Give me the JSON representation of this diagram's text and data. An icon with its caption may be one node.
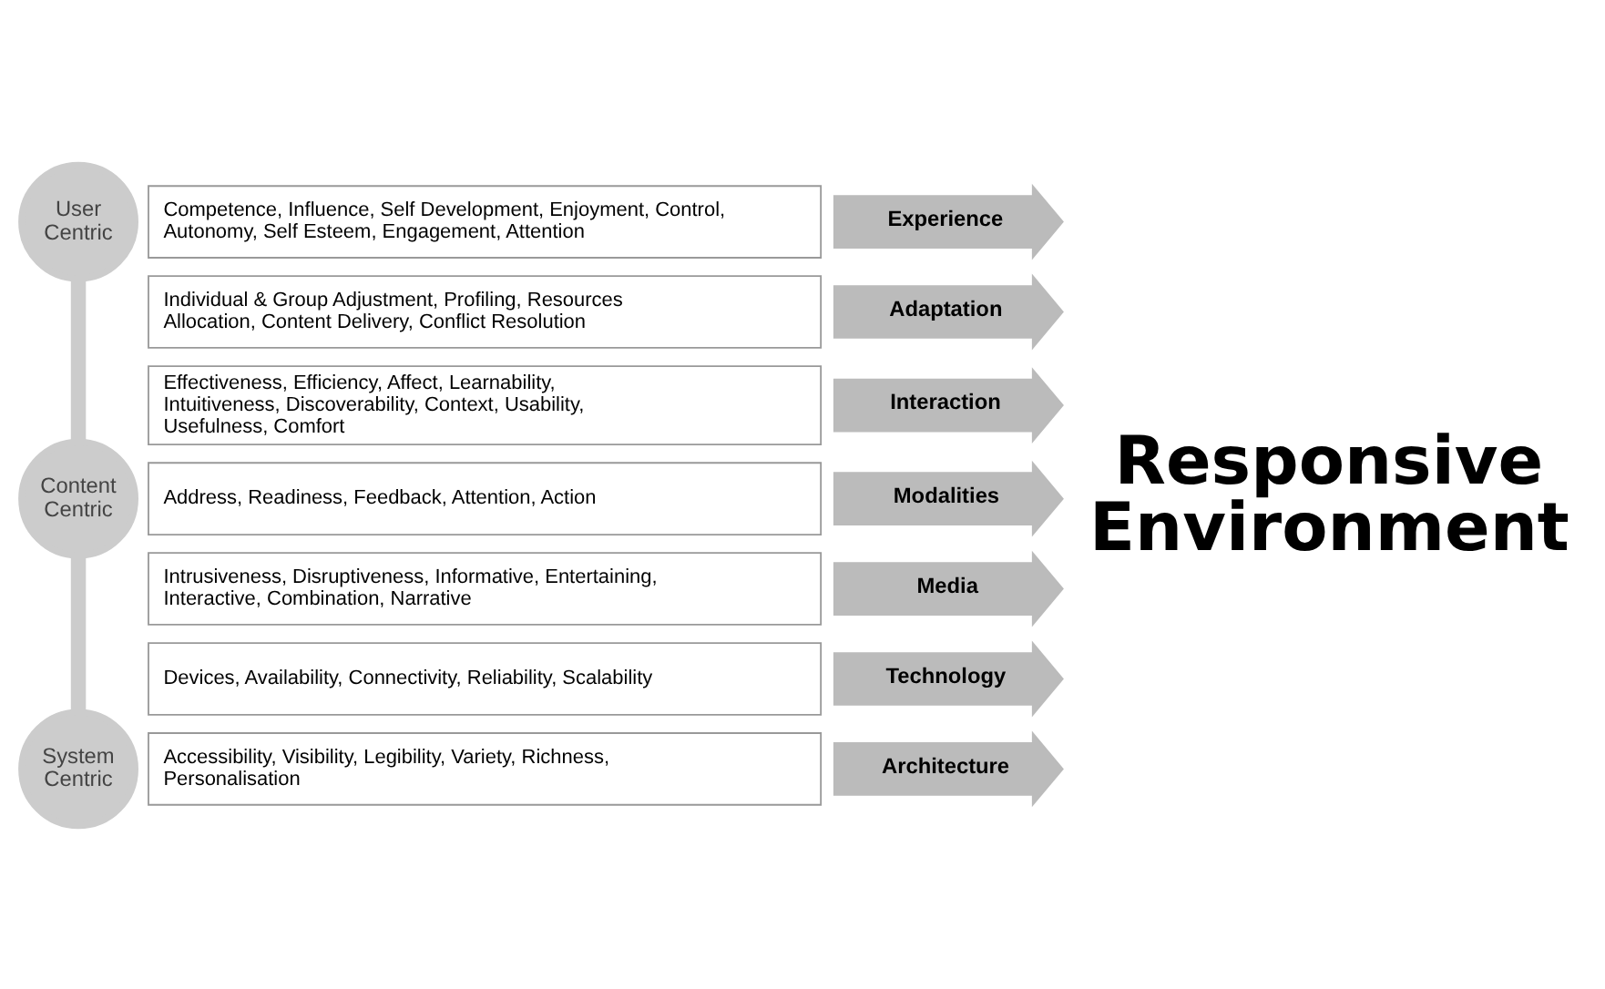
{
  "diagram": {
    "nodes": [
      {
        "text": [
          "User Centric"
        ]
      },
      {
        "text": [
          "Content Centric"
        ]
      },
      {
        "text": [
          "System Centric"
        ]
      },
      {
        "text": [
          "Competence, Influence, Self Development, Enjoyment, Control, Autonomy, Self Esteem, Engagement, Attention"
        ]
      },
      {
        "text": [
          "Experience"
        ]
      },
      {
        "text": [
          "Individual & Group Adjustment, Profiling, Resources Allocation, Content Delivery, Conflict Resolution"
        ]
      },
      {
        "text": [
          "Adaptation"
        ]
      },
      {
        "text": [
          "Effectiveness, Efficiency, Affect, Learnability, Intuitiveness, Discoverability, Context, Usability, Usefulness, Comfort"
        ]
      },
      {
        "text": [
          "Interaction"
        ]
      },
      {
        "text": [
          "Address, Readiness, Feedback, Attention, Action"
        ]
      },
      {
        "text": [
          "Modalities"
        ]
      },
      {
        "text": [
          "Intrusiveness, Disruptiveness, Informative, Entertaining, Interactive, Combination, Narrative"
        ]
      },
      {
        "text": [
          "Media"
        ]
      },
      {
        "text": [
          "Devices, Availability, Connectivity, Reliability, Scalability"
        ]
      },
      {
        "text": [
          "Technology"
        ]
      },
      {
        "text": [
          "Accessibility, Visibility, Legibility, Variety, Richness, Personalisation"
        ]
      },
      {
        "text": [
          "Architecture"
        ]
      }
    ],
    "edges": [
      {
        "from": 0,
        "to": 1,
        "arrow": "none"
      },
      {
        "from": 1,
        "to": 2,
        "arrow": "none"
      }
    ],
    "labels": [
      "Responsive Environment"
    ]
  }
}
